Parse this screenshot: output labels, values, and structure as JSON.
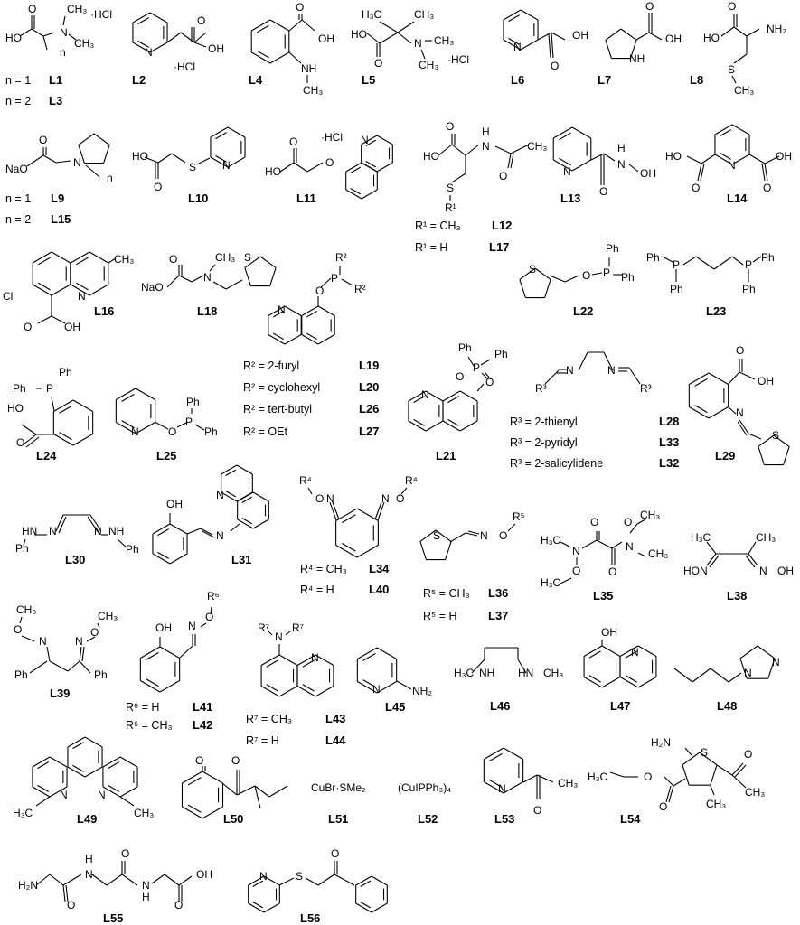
{
  "figure": {
    "compounds": {
      "L1": {
        "atoms": [
          "HO",
          "O",
          "N",
          "CH₃",
          "CH₃",
          "·HCl",
          "n"
        ],
        "notes": [
          "n = 1",
          "n = 2"
        ],
        "labels": [
          "L1",
          "L3"
        ]
      },
      "L2": {
        "atoms": [
          "N",
          "O",
          "OH",
          "·HCl"
        ],
        "labels": [
          "L2"
        ]
      },
      "L4": {
        "atoms": [
          "O",
          "OH",
          "NH",
          "CH₃"
        ],
        "labels": [
          "L4"
        ]
      },
      "L5": {
        "atoms": [
          "H₃C",
          "CH₃",
          "HO",
          "N",
          "CH₃",
          "O",
          "CH₃",
          "·HCl"
        ],
        "labels": [
          "L5"
        ]
      },
      "L6": {
        "atoms": [
          "N",
          "OH",
          "O"
        ],
        "labels": [
          "L6"
        ]
      },
      "L7": {
        "atoms": [
          "NH",
          "O",
          "OH"
        ],
        "labels": [
          "L7"
        ]
      },
      "L8": {
        "atoms": [
          "O",
          "HO",
          "NH₂",
          "S",
          "CH₃"
        ],
        "labels": [
          "L8"
        ]
      },
      "L9": {
        "atoms": [
          "O",
          "NaO",
          "N",
          "n"
        ],
        "notes": [
          "n = 1",
          "n = 2"
        ],
        "labels": [
          "L9",
          "L15"
        ]
      },
      "L10": {
        "atoms": [
          "HO",
          "O",
          "S",
          "N"
        ],
        "labels": [
          "L10"
        ]
      },
      "L11": {
        "atoms": [
          "·HCl",
          "N",
          "HO",
          "O",
          "O"
        ],
        "labels": [
          "L11"
        ]
      },
      "L12": {
        "atoms": [
          "O",
          "H",
          "N",
          "CH₃",
          "HO",
          "O",
          "S",
          "R¹"
        ],
        "notes": [
          "R¹ = CH₃",
          "R¹ = H"
        ],
        "labels": [
          "L12",
          "L17"
        ]
      },
      "L13": {
        "atoms": [
          "N",
          "H",
          "N",
          "OH",
          "O"
        ],
        "labels": [
          "L13"
        ]
      },
      "L14": {
        "atoms": [
          "N",
          "HO",
          "O",
          "OH",
          "O"
        ],
        "labels": [
          "L14"
        ]
      },
      "L16": {
        "atoms": [
          "CH₃",
          "Cl",
          "N",
          "O",
          "OH"
        ],
        "labels": [
          "L16"
        ]
      },
      "L18": {
        "atoms": [
          "O",
          "NaO",
          "N",
          "CH₃",
          "S"
        ],
        "labels": [
          "L18"
        ]
      },
      "L19": {
        "atoms": [
          "R²",
          "P",
          "R²",
          "O",
          "N"
        ],
        "notes": [
          "R² = 2-furyl",
          "R² = cyclohexyl",
          "R² = tert-butyl",
          "R² = OEt"
        ],
        "labels": [
          "L19",
          "L20",
          "L26",
          "L27"
        ]
      },
      "L22": {
        "atoms": [
          "S",
          "O",
          "P",
          "Ph",
          "Ph"
        ],
        "labels": [
          "L22"
        ]
      },
      "L23": {
        "atoms": [
          "Ph",
          "P",
          "Ph",
          "P",
          "Ph",
          "Ph"
        ],
        "labels": [
          "L23"
        ]
      },
      "L24": {
        "atoms": [
          "Ph",
          "Ph",
          "P",
          "HO",
          "O"
        ],
        "labels": [
          "L24"
        ]
      },
      "L25": {
        "atoms": [
          "N",
          "O",
          "P",
          "Ph",
          "Ph"
        ],
        "labels": [
          "L25"
        ]
      },
      "L21": {
        "atoms": [
          "Ph",
          "Ph",
          "P",
          "O",
          "O",
          "N"
        ],
        "labels": [
          "L21"
        ]
      },
      "L28": {
        "atoms": [
          "N",
          "N",
          "R³",
          "R³"
        ],
        "notes": [
          "R³ = 2-thienyl",
          "R³ = 2-pyridyl",
          "R³ = 2-salicylidene"
        ],
        "labels": [
          "L28",
          "L33",
          "L32"
        ]
      },
      "L29": {
        "atoms": [
          "O",
          "OH",
          "N",
          "S"
        ],
        "labels": [
          "L29"
        ]
      },
      "L30": {
        "atoms": [
          "HN",
          "N",
          "N",
          "NH",
          "Ph",
          "Ph"
        ],
        "labels": [
          "L30"
        ]
      },
      "L31": {
        "atoms": [
          "OH",
          "N",
          "N"
        ],
        "labels": [
          "L31"
        ]
      },
      "L34": {
        "atoms": [
          "R⁴",
          "O",
          "N",
          "N",
          "O",
          "R⁴"
        ],
        "notes": [
          "R⁴ = CH₃",
          "R⁴ = H"
        ],
        "labels": [
          "L34",
          "L40"
        ]
      },
      "L36": {
        "atoms": [
          "S",
          "N",
          "O",
          "R⁵"
        ],
        "notes": [
          "R⁵ = CH₃",
          "R⁵ = H"
        ],
        "labels": [
          "L36",
          "L37"
        ]
      },
      "L35": {
        "atoms": [
          "O",
          "O",
          "O",
          "CH₃",
          "H₃C",
          "N",
          "N",
          "CH₃",
          "O",
          "H₃C"
        ],
        "labels": [
          "L35"
        ]
      },
      "L38": {
        "atoms": [
          "H₃C",
          "CH₃",
          "HO",
          "N",
          "N",
          "OH"
        ],
        "labels": [
          "L38"
        ]
      },
      "L39": {
        "atoms": [
          "CH₃",
          "O",
          "N",
          "CH₃",
          "O",
          "N",
          "Ph",
          "Ph"
        ],
        "labels": [
          "L39"
        ]
      },
      "L41": {
        "atoms": [
          "OH",
          "R⁶",
          "O",
          "N"
        ],
        "notes": [
          "R⁶ = H",
          "R⁶ = CH₃"
        ],
        "labels": [
          "L41",
          "L42"
        ]
      },
      "L43": {
        "atoms": [
          "R⁷",
          "N",
          "R⁷",
          "N"
        ],
        "notes": [
          "R⁷ = CH₃",
          "R⁷ = H"
        ],
        "labels": [
          "L43",
          "L44"
        ]
      },
      "L45": {
        "atoms": [
          "N",
          "NH₂"
        ],
        "labels": [
          "L45"
        ]
      },
      "L46": {
        "atoms": [
          "H₃C",
          "NH",
          "HN",
          "CH₃"
        ],
        "labels": [
          "L46"
        ]
      },
      "L47": {
        "atoms": [
          "OH",
          "N"
        ],
        "labels": [
          "L47"
        ]
      },
      "L48": {
        "atoms": [
          "N",
          "N"
        ],
        "labels": [
          "L48"
        ]
      },
      "L49": {
        "atoms": [
          "N",
          "N",
          "H₃C",
          "CH₃"
        ],
        "labels": [
          "L49"
        ]
      },
      "L50": {
        "atoms": [
          "O",
          "O"
        ],
        "labels": [
          "L50"
        ]
      },
      "L51": {
        "atoms": [
          "CuBr·SMe₂"
        ],
        "labels": [
          "L51"
        ]
      },
      "L52": {
        "atoms": [
          "(CuIPPh₃)₄"
        ],
        "labels": [
          "L52"
        ]
      },
      "L53": {
        "atoms": [
          "N",
          "CH₃",
          "O"
        ],
        "labels": [
          "L53"
        ]
      },
      "L54": {
        "atoms": [
          "H₂N",
          "S",
          "O",
          "CH₃",
          "H₃C",
          "O",
          "O",
          "CH₃"
        ],
        "labels": [
          "L54"
        ]
      },
      "L55": {
        "atoms": [
          "H₂N",
          "H",
          "N",
          "O",
          "O",
          "N",
          "H",
          "OH",
          "O"
        ],
        "labels": [
          "L55"
        ]
      },
      "L56": {
        "atoms": [
          "N",
          "S",
          "O"
        ],
        "labels": [
          "L56"
        ]
      }
    }
  }
}
